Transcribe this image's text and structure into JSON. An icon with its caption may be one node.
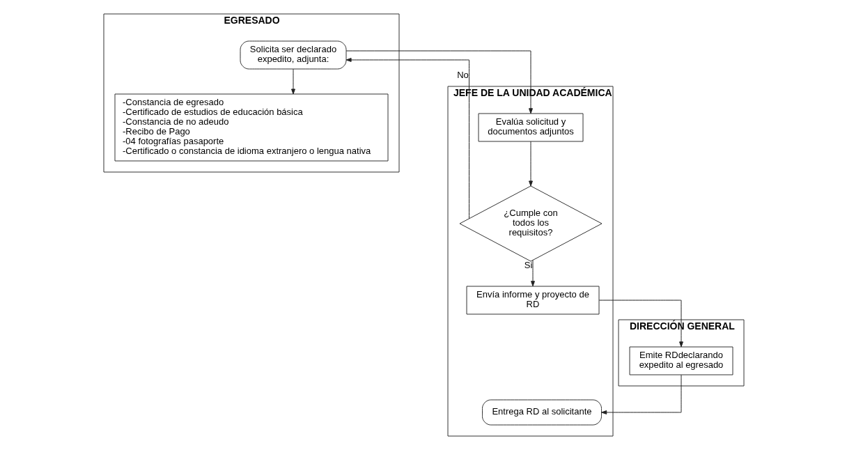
{
  "diagram": {
    "nodes": [
      {
        "text": [
          "DIRECCIÓN GENERAL"
        ]
      },
      {
        "text": [
          "JEFE DE LA UNIDAD ACADÉMICA"
        ]
      },
      {
        "text": [
          "EGRESADO"
        ]
      },
      {
        "text": [
          "Evalúa solicitud y documentos adjuntos"
        ],
        "in": 1
      },
      {
        "text": [
          "Solicita ser declarado expedito, adjunta:"
        ],
        "in": 2
      },
      {
        "text": [
          "-Constancia de egresado",
          "-Certificado de estudios de educación básica",
          "-Constancia de no adeudo",
          "-Recibo de Pago",
          "-04 fotografías pasaporte",
          "-Certificado o constancia de idioma extranjero o lengua nativa"
        ],
        "in": 2
      },
      {
        "text": [
          "¿Cumple con todos los requisitos?"
        ],
        "in": 1
      },
      {
        "text": [
          "Envía informe y proyecto de RD"
        ],
        "in": 1
      },
      {
        "text": [
          "Emite RDdeclarando expedito al egresado"
        ],
        "in": 0
      },
      {
        "text": [
          "Entrega RD al solicitante"
        ],
        "in": 1
      }
    ],
    "edges": [
      {
        "from": 4,
        "to": 3,
        "arrow": "to"
      },
      {
        "from": 4,
        "to": 5,
        "arrow": "to"
      },
      {
        "from": 3,
        "to": 6,
        "arrow": "to"
      },
      {
        "from": 6,
        "to": 7,
        "arrow": "to",
        "label": "Si"
      },
      {
        "from": 6,
        "to": 4,
        "arrow": "to",
        "label": "No"
      },
      {
        "from": 7,
        "to": 8,
        "arrow": "to"
      },
      {
        "from": 8,
        "to": 9,
        "arrow": "to"
      }
    ]
  }
}
